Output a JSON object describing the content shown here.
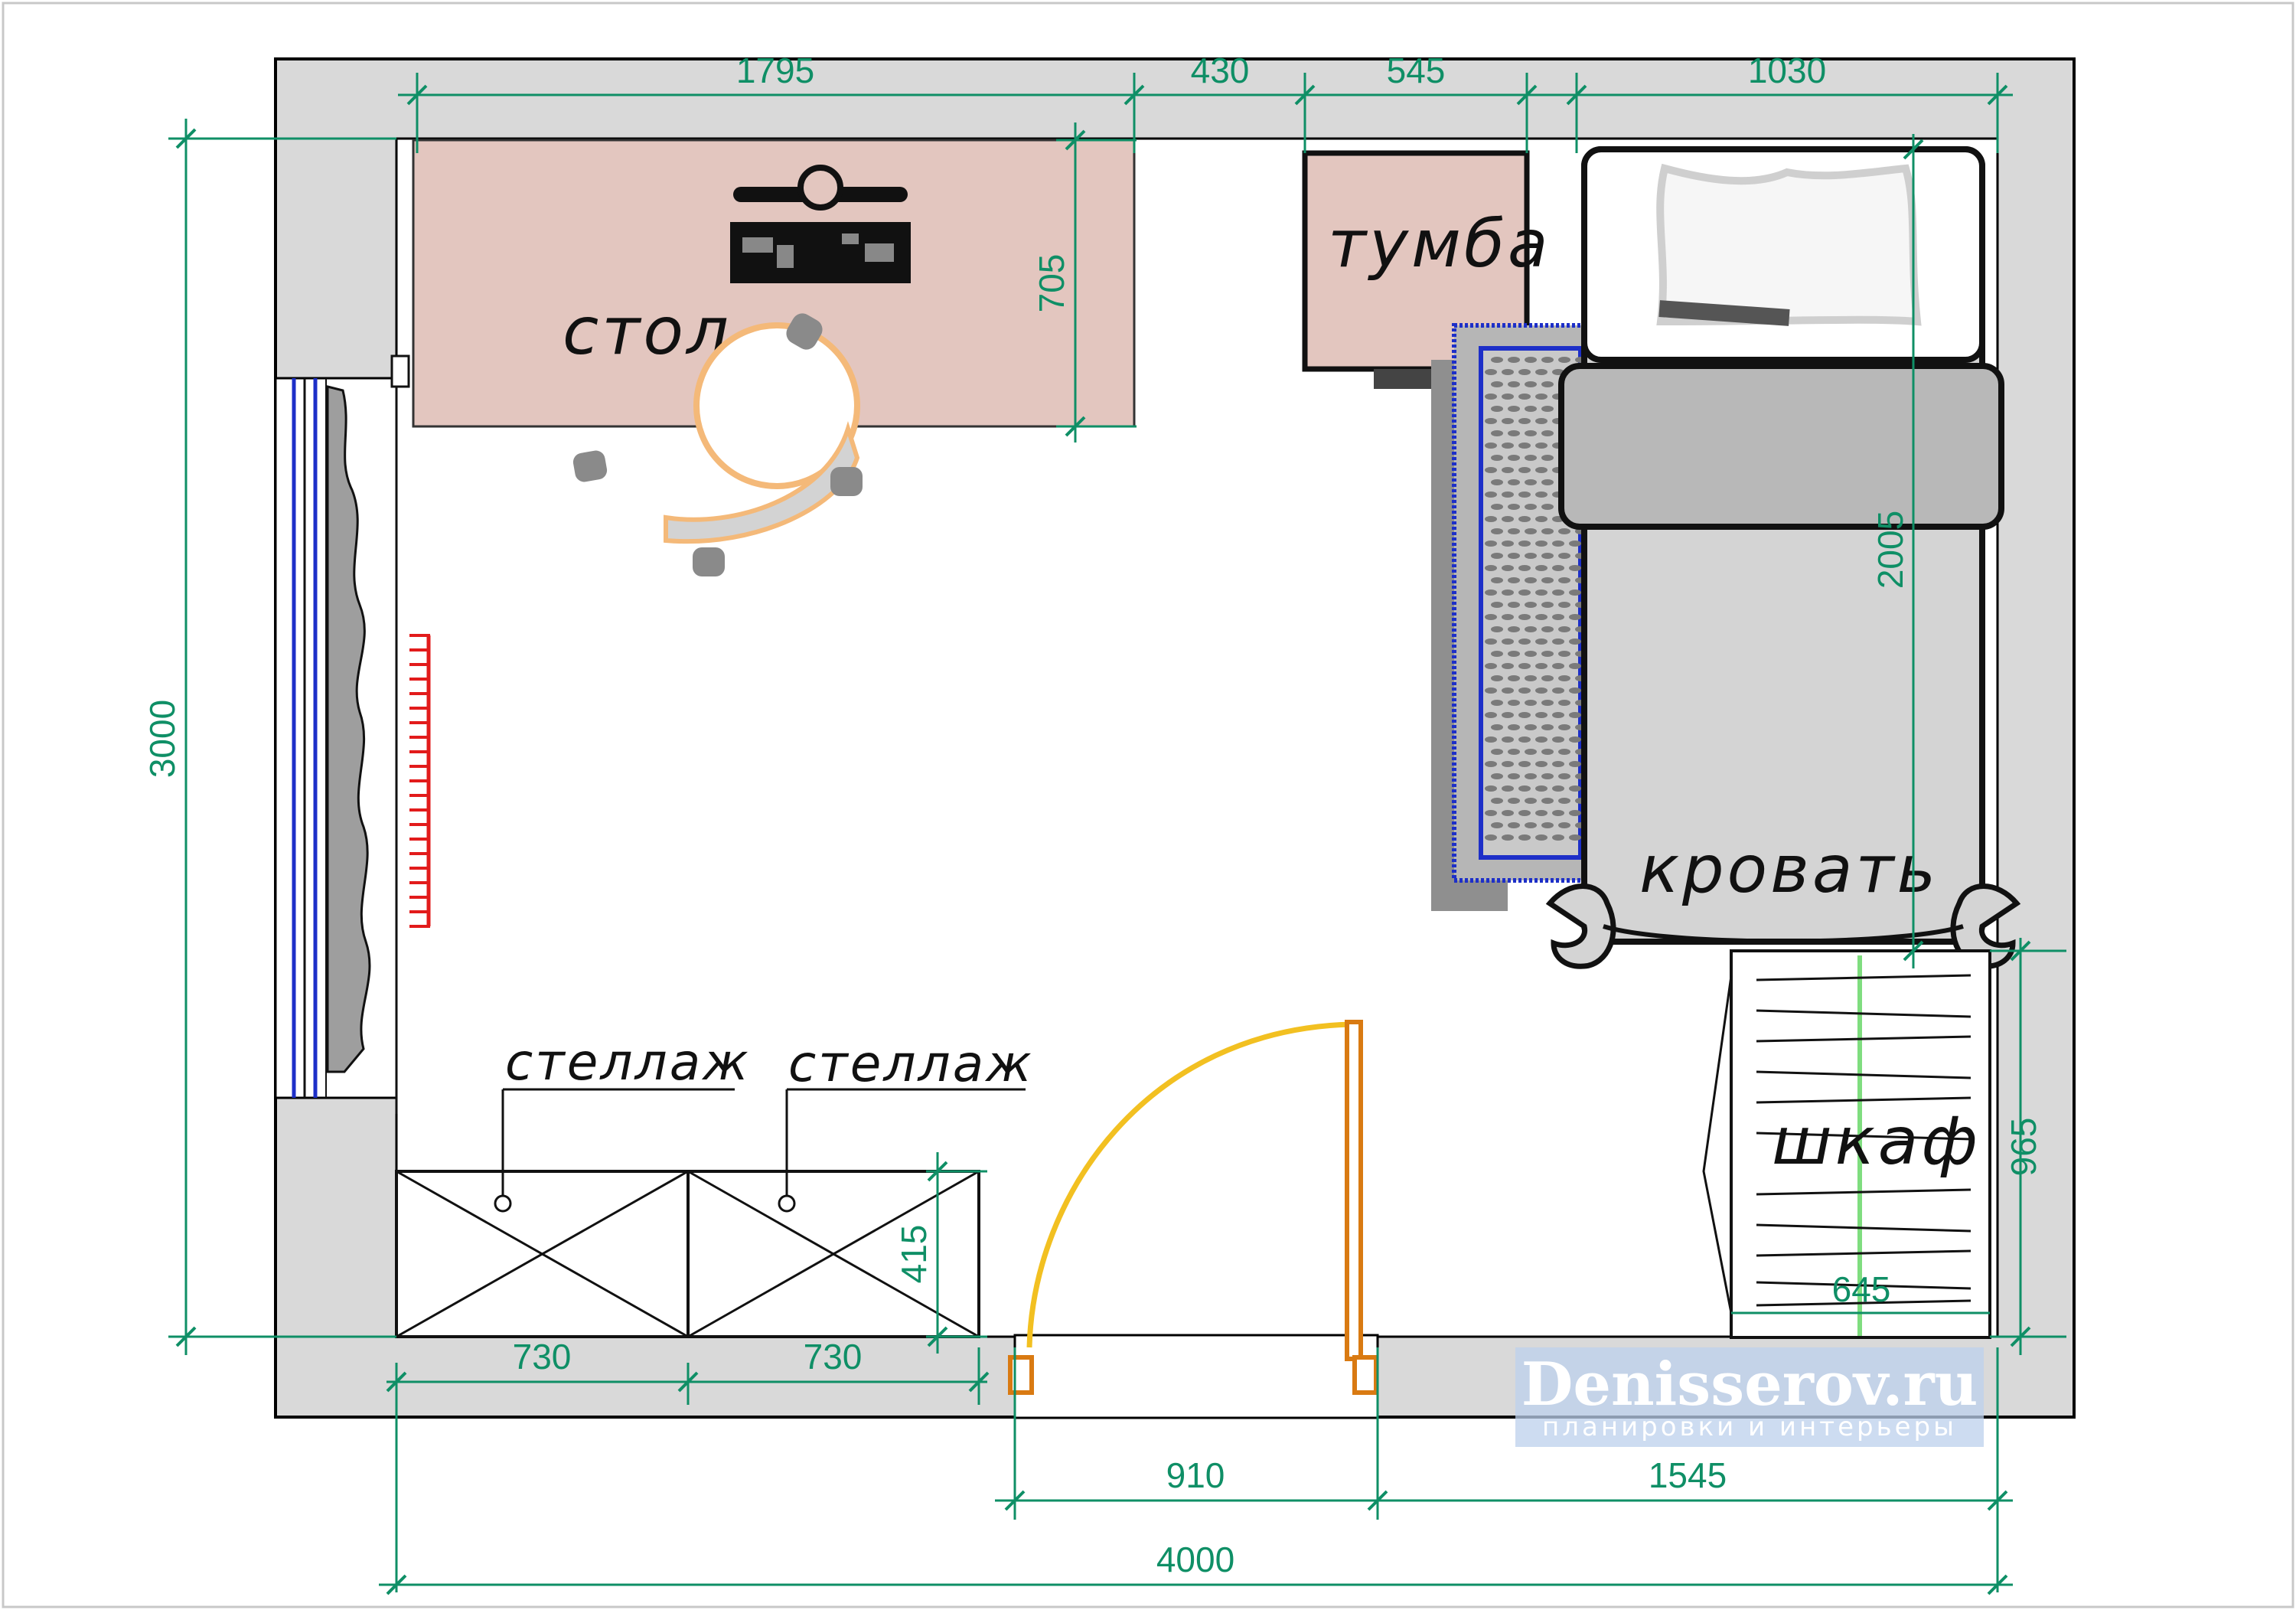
{
  "labels": {
    "desk": "стол",
    "nightstand": "тумба",
    "bed": "кровать",
    "wardrobe": "шкаф",
    "shelf_left": "стеллаж",
    "shelf_right": "стеллаж"
  },
  "dimensions": {
    "top_desk": "1795",
    "top_gap": "430",
    "top_nightstand": "545",
    "top_bed": "1030",
    "desk_depth": "705",
    "bed_length": "2005",
    "room_height": "3000",
    "wardrobe_length": "965",
    "wardrobe_depth": "645",
    "shelf_depth": "415",
    "shelf_left_width": "730",
    "shelf_right_width": "730",
    "door_width": "910",
    "wall_right": "1545",
    "room_width": "4000"
  },
  "watermark": {
    "site": "Denisserov.ru",
    "tagline": "планировки и интерьеры"
  },
  "colors": {
    "wall": "#d9d9d9",
    "dimension_line": "#0f8f66",
    "desk_fill": "#e3c6bf",
    "bed_fill": "#d4d4d4",
    "door_leaf": "#d97a12",
    "door_arc": "#f2c021",
    "radiator": "#e21b1b",
    "curtain_line": "#1d2fc8"
  }
}
